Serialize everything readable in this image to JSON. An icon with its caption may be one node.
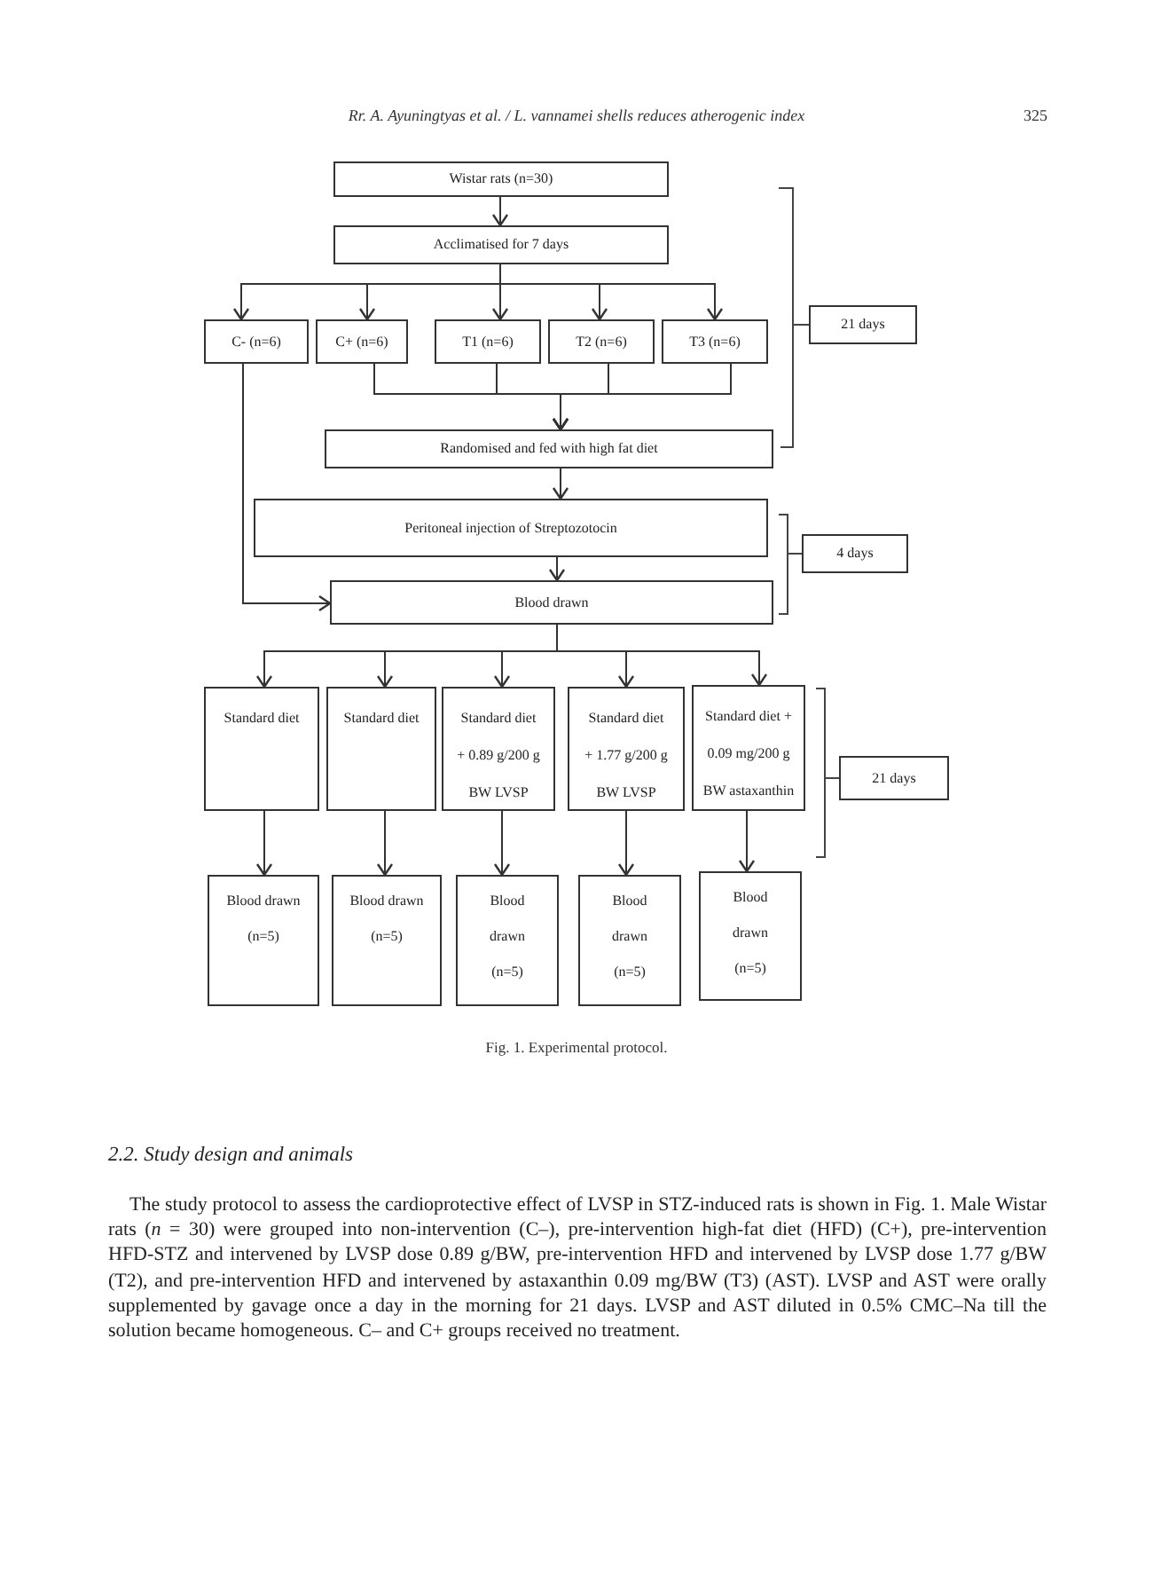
{
  "diagram": {
    "caption": "Fig. 1. Experimental protocol.",
    "nodes": [
      {
        "text": [
          "Wistar rats (n=30)"
        ]
      },
      {
        "text": [
          "Acclimatised for 7 days"
        ]
      },
      {
        "text": [
          "C- (n=6)"
        ]
      },
      {
        "text": [
          "C+ (n=6)"
        ]
      },
      {
        "text": [
          "T1 (n=6)"
        ]
      },
      {
        "text": [
          "T2 (n=6)"
        ]
      },
      {
        "text": [
          "T3 (n=6)"
        ]
      },
      {
        "text": [
          "21 days"
        ]
      },
      {
        "text": [
          "Randomised and fed with high fat diet"
        ]
      },
      {
        "text": [
          "Peritoneal injection of Streptozotocin"
        ]
      },
      {
        "text": [
          "4 days"
        ]
      },
      {
        "text": [
          "Blood drawn"
        ]
      },
      {
        "text": [
          "Standard diet"
        ]
      },
      {
        "text": [
          "Standard diet"
        ]
      },
      {
        "text": [
          "Standard diet + 0.89 g/200 g BW LVSP"
        ]
      },
      {
        "text": [
          "Standard diet + 1.77 g/200 g BW LVSP"
        ]
      },
      {
        "text": [
          "Standard diet + 0.09 mg/200 g BW astaxanthin"
        ]
      },
      {
        "text": [
          "21 days"
        ]
      },
      {
        "text": [
          "Blood drawn (n=5)"
        ]
      },
      {
        "text": [
          "Blood drawn (n=5)"
        ]
      },
      {
        "text": [
          "Blood drawn (n=5)"
        ]
      },
      {
        "text": [
          "Blood drawn (n=5)"
        ]
      },
      {
        "text": [
          "Blood drawn (n=5)"
        ]
      }
    ],
    "edges": [
      {
        "from": 0,
        "to": 1,
        "arrow": "to"
      },
      {
        "from": 1,
        "to": 2,
        "arrow": "to"
      },
      {
        "from": 1,
        "to": 3,
        "arrow": "to"
      },
      {
        "from": 1,
        "to": 4,
        "arrow": "to"
      },
      {
        "from": 1,
        "to": 5,
        "arrow": "to"
      },
      {
        "from": 1,
        "to": 6,
        "arrow": "to"
      },
      {
        "from": 3,
        "to": 8,
        "arrow": "to"
      },
      {
        "from": 4,
        "to": 8,
        "arrow": "to"
      },
      {
        "from": 5,
        "to": 8,
        "arrow": "to"
      },
      {
        "from": 6,
        "to": 8,
        "arrow": "to"
      },
      {
        "from": 2,
        "to": 11,
        "arrow": "to"
      },
      {
        "from": 8,
        "to": 9,
        "arrow": "to"
      },
      {
        "from": 9,
        "to": 11,
        "arrow": "to"
      },
      {
        "from": 11,
        "to": 12,
        "arrow": "to"
      },
      {
        "from": 11,
        "to": 13,
        "arrow": "to"
      },
      {
        "from": 11,
        "to": 14,
        "arrow": "to"
      },
      {
        "from": 11,
        "to": 15,
        "arrow": "to"
      },
      {
        "from": 11,
        "to": 16,
        "arrow": "to"
      },
      {
        "from": 12,
        "to": 18,
        "arrow": "to"
      },
      {
        "from": 13,
        "to": 19,
        "arrow": "to"
      },
      {
        "from": 14,
        "to": 20,
        "arrow": "to"
      },
      {
        "from": 15,
        "to": 21,
        "arrow": "to"
      },
      {
        "from": 16,
        "to": 22,
        "arrow": "to"
      }
    ],
    "labels": [
      "Rr. A. Ayuningtyas et al. / L. vannamei shells reduces atherogenic index",
      "325",
      "2.2. Study design and animals",
      "The study protocol to assess the cardioprotective effect of LVSP in STZ-induced rats is shown in Fig. 1. Male Wistar rats (*n* = 30) were grouped into non-intervention (C–), pre-intervention high-fat diet (HFD) (C+), pre-intervention HFD-STZ and intervened by LVSP dose 0.89 g/BW, pre-intervention HFD and intervened by LVSP dose 1.77 g/BW (T2), and pre-intervention HFD and intervened by astaxanthin 0.09 mg/BW (T3) (AST). LVSP and AST were orally supplemented by gavage once a day in the morning for 21 days. LVSP and AST diluted in 0.5% CMC–Na till the solution became homogeneous. C– and C+ groups received no treatment."
    ]
  }
}
